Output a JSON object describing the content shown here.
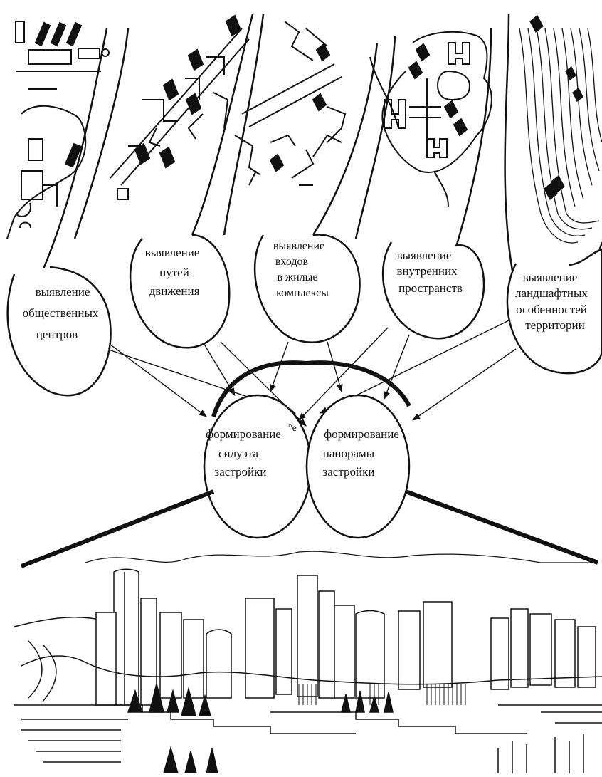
{
  "colors": {
    "ink": "#111111",
    "paper": "#ffffff"
  },
  "top_nodes": [
    {
      "id": "centers",
      "lines": [
        "выявление",
        "общественных",
        "центров"
      ]
    },
    {
      "id": "paths",
      "lines": [
        "выявление",
        "путей",
        "движения"
      ]
    },
    {
      "id": "entrances",
      "lines": [
        "выявление",
        "входов",
        "в жилые",
        "комплексы"
      ]
    },
    {
      "id": "spaces",
      "lines": [
        "выявление",
        "внутренних",
        "пространств"
      ]
    },
    {
      "id": "landscape",
      "lines": [
        "выявление",
        "ландшафтных",
        "особенностей",
        "территории"
      ]
    }
  ],
  "result_nodes": [
    {
      "id": "silhouette",
      "lines": [
        "формирование",
        "силуэта",
        "застройки"
      ]
    },
    {
      "id": "panorama",
      "lines": [
        "формирование",
        "панорамы",
        "застройки"
      ]
    }
  ],
  "stray_mark": "°е",
  "map_icons": [
    "site-plan-map",
    "street-plan-map",
    "entrance-plan-map",
    "courtyard-plan-map",
    "contour-map"
  ],
  "bottom_drawing": "city-skyline-drawing"
}
